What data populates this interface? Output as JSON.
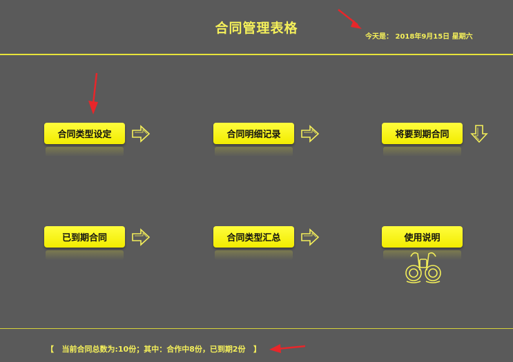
{
  "header": {
    "title": "合同管理表格",
    "date_text": "今天是：  2018年9月15日   星期六"
  },
  "menu": {
    "contract_type_setting": "合同类型设定",
    "contract_detail_records": "合同明细记录",
    "expiring_contracts": "将要到期合同",
    "expired_contracts": "已到期合同",
    "contract_type_summary": "合同类型汇总",
    "instructions": "使用说明"
  },
  "footer": {
    "status": "【   当前合同总数为:10份；其中：合作中8份，已到期2份   】"
  },
  "colors": {
    "background": "#5a5a5a",
    "accent_yellow": "#f5f05a",
    "button_yellow": "#fffd3c",
    "annotation_red": "#e8262a"
  }
}
